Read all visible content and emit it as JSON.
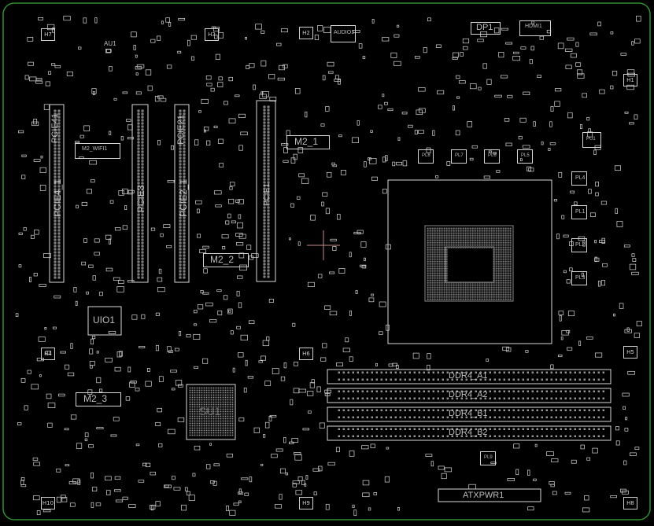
{
  "colors": {
    "background": "#000000",
    "outline": "#2f8f2f",
    "silk": "#d8d8d8",
    "cursor": "#c88a8a"
  },
  "labels": {
    "au1": "AU1",
    "audio1": "AUDIO1",
    "dp1": "DP1",
    "hdmi1": "HDMI1",
    "pcie41": "PCIE41",
    "pcie4_1": "PCIE4_1",
    "m2_wifi1": "M2_WIFI1",
    "pcie3": "PCIE3",
    "pcie21": "PCIE21",
    "pcie2_1": "PCIE2_1",
    "pcie1": "PCIE1",
    "m2_1": "M2_1",
    "m2_2": "M2_2",
    "m2_3": "M2_3",
    "uio1": "UIO1",
    "su1": "SU1",
    "ddr4_a1": "DDR4_A1",
    "ddr4_a2": "DDR4_A2",
    "ddr4_b1": "DDR4_B1",
    "ddr4_b2": "DDR4_B2",
    "atxpwr1": "ATXPWR1",
    "pl1": "PL1",
    "pl2": "PL2",
    "pl3": "PL3",
    "pl4": "PL4",
    "pl5": "PL5",
    "pl6": "PL6",
    "pl7": "PL7",
    "pl8": "PL8",
    "pl9": "PL9",
    "pu1": "PU1"
  },
  "holes": {
    "h1": "H1",
    "h2": "H2",
    "h3": "H3",
    "h4": "H4",
    "h5": "H5",
    "h6": "H6",
    "h7": "H7",
    "h8": "H8",
    "h9": "H9",
    "h10": "H10"
  }
}
